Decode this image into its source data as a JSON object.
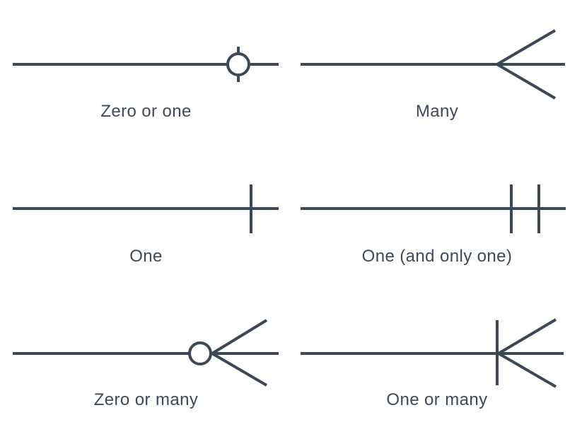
{
  "colors": {
    "stroke": "#3c4856",
    "text": "#3d4957",
    "background": "#ffffff"
  },
  "cells": [
    {
      "id": "zero-or-one",
      "label": "Zero or one"
    },
    {
      "id": "many",
      "label": "Many"
    },
    {
      "id": "one",
      "label": "One"
    },
    {
      "id": "one-and-only-one",
      "label": "One (and only one)"
    },
    {
      "id": "zero-or-many",
      "label": "Zero or many"
    },
    {
      "id": "one-or-many",
      "label": "One or many"
    }
  ]
}
